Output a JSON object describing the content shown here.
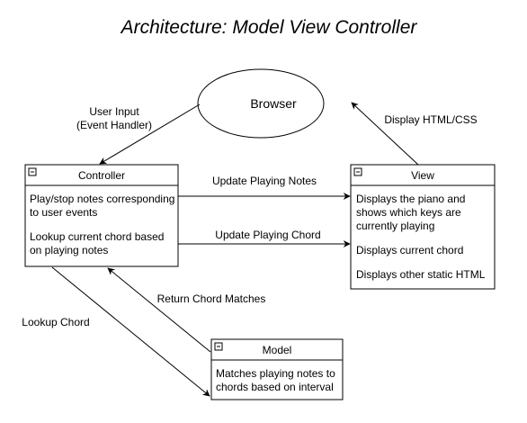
{
  "title": "Architecture: Model View Controller",
  "browser": {
    "label": "Browser"
  },
  "controller": {
    "title": "Controller",
    "lines": [
      "Play/stop notes corresponding",
      "to user events",
      "",
      "Lookup current chord based",
      "on playing notes"
    ]
  },
  "view": {
    "title": "View",
    "lines": [
      "Displays the piano and",
      "shows which keys are",
      "currently playing",
      "",
      "Displays current chord",
      "",
      "Displays other static HTML"
    ]
  },
  "model": {
    "title": "Model",
    "lines": [
      "Matches playing notes to",
      "chords based on interval"
    ]
  },
  "edges": {
    "user_input": [
      "User Input",
      "(Event Handler)"
    ],
    "display_html": "Display HTML/CSS",
    "update_notes": "Update Playing Notes",
    "update_chord": "Update Playing Chord",
    "return_matches": "Return Chord Matches",
    "lookup_chord": "Lookup Chord"
  },
  "collapse_icon": "minus-box-icon"
}
